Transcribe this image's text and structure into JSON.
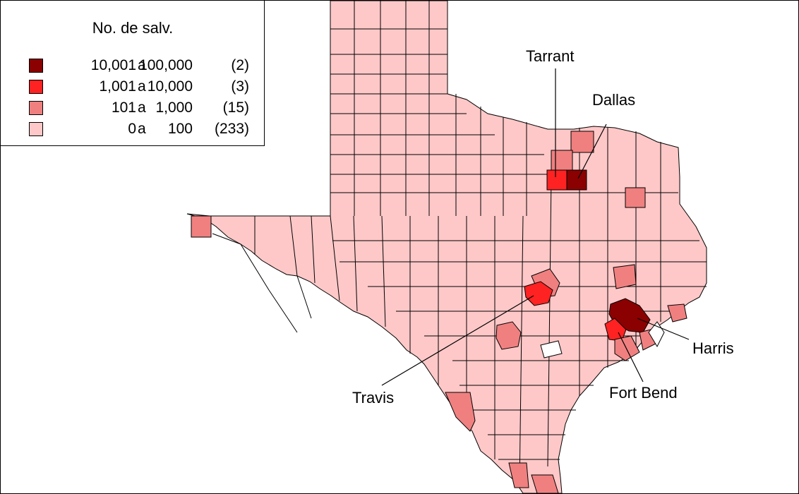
{
  "legend": {
    "title": "No. de salv.",
    "items": [
      {
        "from": "10,001",
        "sep": "a",
        "to": "100,000",
        "count": "(2)",
        "color": "#8b0000"
      },
      {
        "from": "1,001",
        "sep": "a",
        "to": "10,000",
        "count": "(3)",
        "color": "#ff2222"
      },
      {
        "from": "101",
        "sep": "a",
        "to": "1,000",
        "count": "(15)",
        "color": "#f08080"
      },
      {
        "from": "0",
        "sep": "a",
        "to": "100",
        "count": "(233)",
        "color": "#ffc8c8"
      }
    ]
  },
  "callouts": {
    "tarrant": "Tarrant",
    "dallas": "Dallas",
    "harris": "Harris",
    "fort_bend": "Fort Bend",
    "travis": "Travis"
  },
  "colors": {
    "default_fill": "#ffc8c8",
    "outline": "#000000"
  }
}
